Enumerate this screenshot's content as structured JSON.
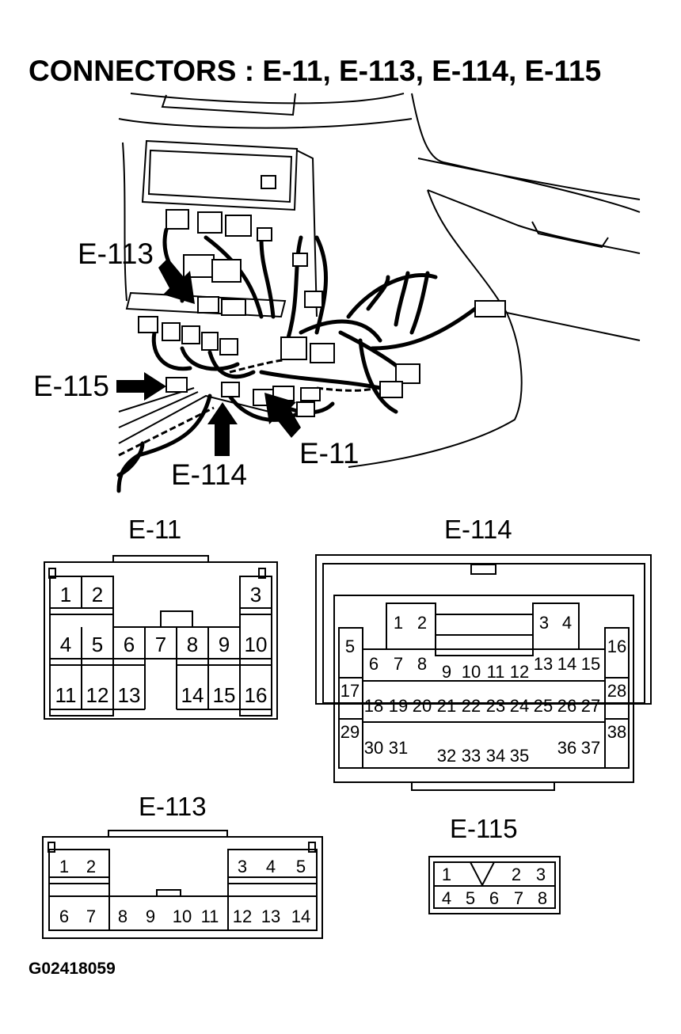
{
  "title": "CONNECTORS : E-11, E-113, E-114, E-115",
  "callouts": {
    "e113": "E-113",
    "e115": "E-115",
    "e11": "E-11",
    "e114": "E-114"
  },
  "connectors": {
    "e11": {
      "caption": "E-11",
      "pins": [
        "1",
        "2",
        "3",
        "4",
        "5",
        "6",
        "7",
        "8",
        "9",
        "10",
        "11",
        "12",
        "13",
        "14",
        "15",
        "16"
      ]
    },
    "e114": {
      "caption": "E-114",
      "pins": [
        "1",
        "2",
        "3",
        "4",
        "5",
        "6",
        "7",
        "8",
        "9",
        "10",
        "11",
        "12",
        "13",
        "14",
        "15",
        "16",
        "17",
        "18",
        "19",
        "20",
        "21",
        "22",
        "23",
        "24",
        "25",
        "26",
        "27",
        "28",
        "29",
        "30",
        "31",
        "32",
        "33",
        "34",
        "35",
        "36",
        "37",
        "38"
      ]
    },
    "e113": {
      "caption": "E-113",
      "pins": [
        "1",
        "2",
        "3",
        "4",
        "5",
        "6",
        "7",
        "8",
        "9",
        "10",
        "11",
        "12",
        "13",
        "14"
      ]
    },
    "e115": {
      "caption": "E-115",
      "pins": [
        "1",
        "2",
        "3",
        "4",
        "5",
        "6",
        "7",
        "8"
      ]
    }
  },
  "figure_code": "G02418059"
}
